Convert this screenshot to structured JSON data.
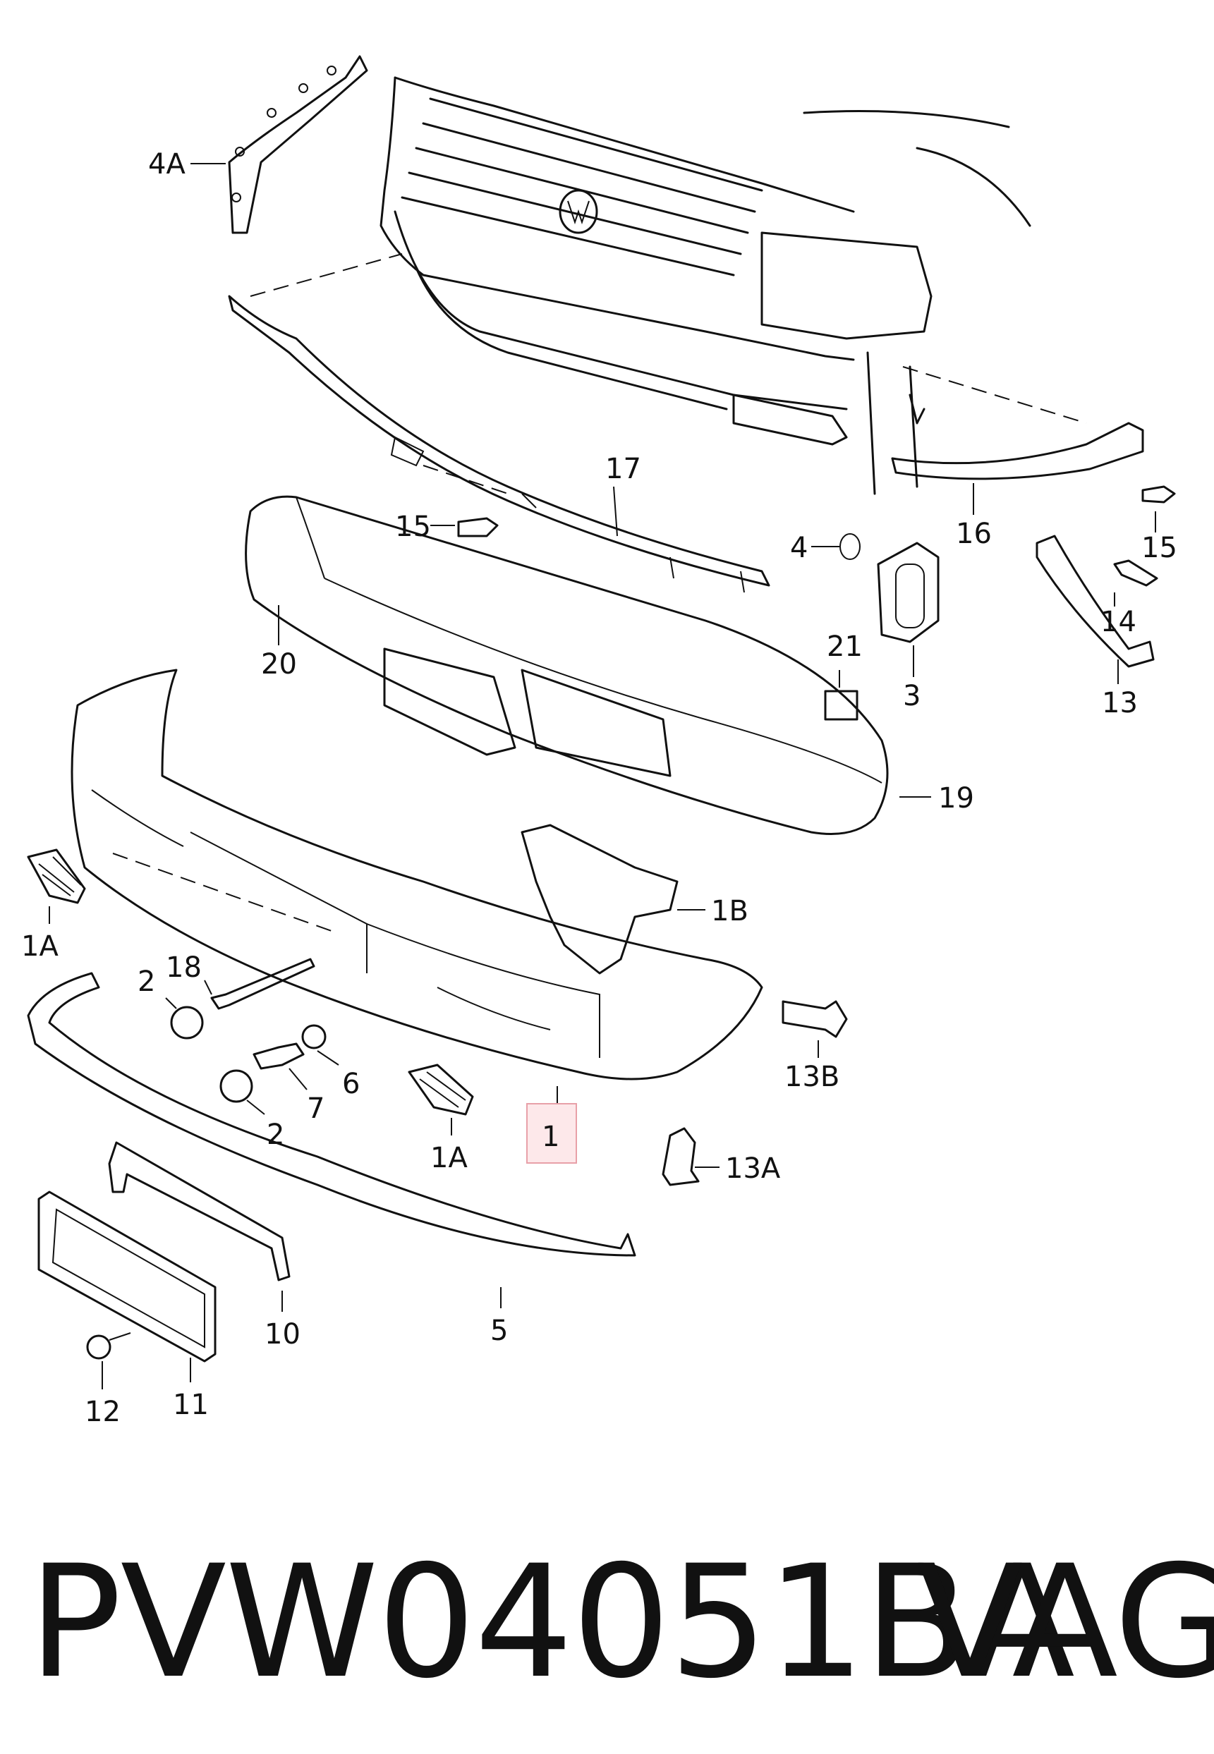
{
  "footer": {
    "part_number": "PVW04051BA",
    "brand": "VAG"
  },
  "highlight_color": "#e8a0a8",
  "callouts": [
    {
      "id": "4A",
      "text": "4A"
    },
    {
      "id": "17",
      "text": "17"
    },
    {
      "id": "15a",
      "text": "15"
    },
    {
      "id": "20",
      "text": "20"
    },
    {
      "id": "4",
      "text": "4"
    },
    {
      "id": "3",
      "text": "3"
    },
    {
      "id": "16",
      "text": "16"
    },
    {
      "id": "15b",
      "text": "15"
    },
    {
      "id": "14",
      "text": "14"
    },
    {
      "id": "13",
      "text": "13"
    },
    {
      "id": "21",
      "text": "21"
    },
    {
      "id": "19",
      "text": "19"
    },
    {
      "id": "1B",
      "text": "1B"
    },
    {
      "id": "1Aa",
      "text": "1A"
    },
    {
      "id": "18",
      "text": "18"
    },
    {
      "id": "2a",
      "text": "2"
    },
    {
      "id": "6",
      "text": "6"
    },
    {
      "id": "7",
      "text": "7"
    },
    {
      "id": "2b",
      "text": "2"
    },
    {
      "id": "1Ab",
      "text": "1A"
    },
    {
      "id": "1",
      "text": "1"
    },
    {
      "id": "13B",
      "text": "13B"
    },
    {
      "id": "13A",
      "text": "13A"
    },
    {
      "id": "10",
      "text": "10"
    },
    {
      "id": "5",
      "text": "5"
    },
    {
      "id": "12",
      "text": "12"
    },
    {
      "id": "11",
      "text": "11"
    }
  ]
}
